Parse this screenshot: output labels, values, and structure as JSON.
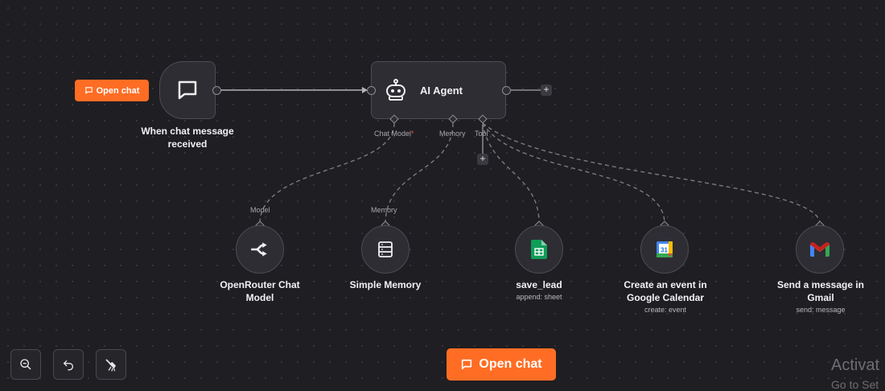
{
  "trigger": {
    "button_label": "Open chat",
    "node_label_line1": "When chat message",
    "node_label_line2": "received"
  },
  "agent": {
    "title": "AI Agent",
    "ports": {
      "chat_model": "Chat Model",
      "chat_model_required": "*",
      "memory": "Memory",
      "tool": "Tool"
    },
    "add": "+"
  },
  "sub_nodes": {
    "chat_model": {
      "port": "Model",
      "line1": "OpenRouter Chat",
      "line2": "Model"
    },
    "memory": {
      "port": "Memory",
      "line1": "Simple Memory"
    },
    "sheet": {
      "line1": "save_lead",
      "sub": "append: sheet"
    },
    "calendar": {
      "line1": "Create an event in",
      "line2": "Google Calendar",
      "sub": "create: event",
      "badge": "31"
    },
    "gmail": {
      "line1": "Send a message in",
      "line2": "Gmail",
      "sub": "send: message"
    }
  },
  "controls": {
    "zoom_out": "zoom-out",
    "undo": "undo",
    "clean": "tidy-up"
  },
  "open_chat_main": "Open chat",
  "watermark": {
    "line1": "Activat",
    "line2": "Go to Set"
  },
  "colors": {
    "accent": "#ff6d24",
    "canvas": "#1f1e22",
    "node": "#2e2d33",
    "edge": "#8e8d93"
  }
}
